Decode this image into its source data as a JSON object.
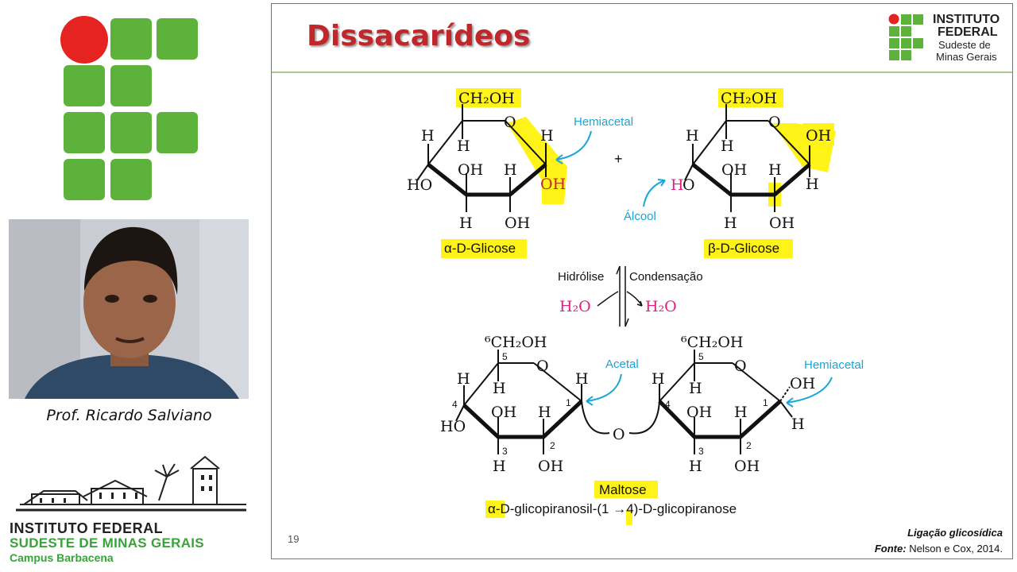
{
  "presenter": {
    "name": "Prof. Ricardo Salviano"
  },
  "campus_logo": {
    "line1": "INSTITUTO FEDERAL",
    "line2": "SUDESTE DE MINAS GERAIS",
    "line3": "Campus Barbacena"
  },
  "slide": {
    "title": "Dissacarídeos",
    "institution": {
      "line1": "INSTITUTO",
      "line2": "FEDERAL",
      "line3": "Sudeste de",
      "line4": "Minas Gerais"
    },
    "page_number": "19",
    "caption_title": "Ligação glicosídica",
    "caption_source_label": "Fonte:",
    "caption_source": "Nelson e Cox, 2014.",
    "diagram": {
      "ch2oh": "CH₂OH",
      "ch2oh6": "⁶CH₂OH",
      "oxygen": "O",
      "h": "H",
      "oh": "OH",
      "ho": "HO",
      "h_red": "H",
      "o_red": "O",
      "hemiacetal": "Hemiacetal",
      "acetal": "Acetal",
      "alcool": "Álcool",
      "plus": "+",
      "alpha_glucose": "α-D-Glicose",
      "beta_glucose": "β-D-Glicose",
      "hidrolise": "Hidrólise",
      "condensacao": "Condensação",
      "h2o": "H₂O",
      "maltose": "Maltose",
      "maltose_iupac": "α-D-glicopiranosil-(1 →4)-D-glicopiranose",
      "n1": "1",
      "n2": "2",
      "n3": "3",
      "n4": "4",
      "n5": "5"
    }
  },
  "colors": {
    "title_red": "#c0262a",
    "if_green": "#5db23b",
    "if_red": "#e52421",
    "highlight": "#fff200",
    "label_blue": "#1aa6d9",
    "magenta": "#e0207f"
  }
}
